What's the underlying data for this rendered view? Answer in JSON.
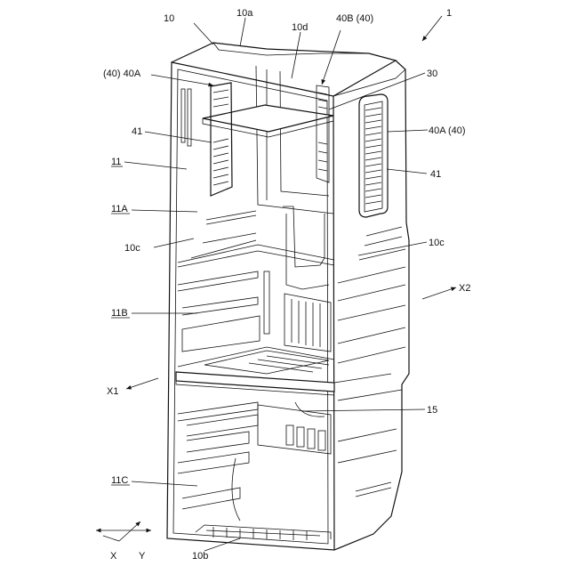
{
  "figure": {
    "labels": {
      "fridge_ref": "1",
      "body": "10",
      "top_wall": "10a",
      "bottom_wall": "10b",
      "partition_wall": "10c",
      "partition_wall_right": "10c",
      "back_space": "10d",
      "vent_left": "(40) 40A",
      "vent_top": "40B (40)",
      "vent_right": "40A (40)",
      "shelf": "30",
      "louver_left": "41",
      "louver_right": "41",
      "chamber_top": "11",
      "chamber_A": "11A",
      "chamber_B": "11B",
      "chamber_C": "11C",
      "drawer_rail": "15",
      "dir_x2": "X2",
      "dir_x1": "X1",
      "axis_x": "X",
      "axis_y": "Y"
    }
  }
}
